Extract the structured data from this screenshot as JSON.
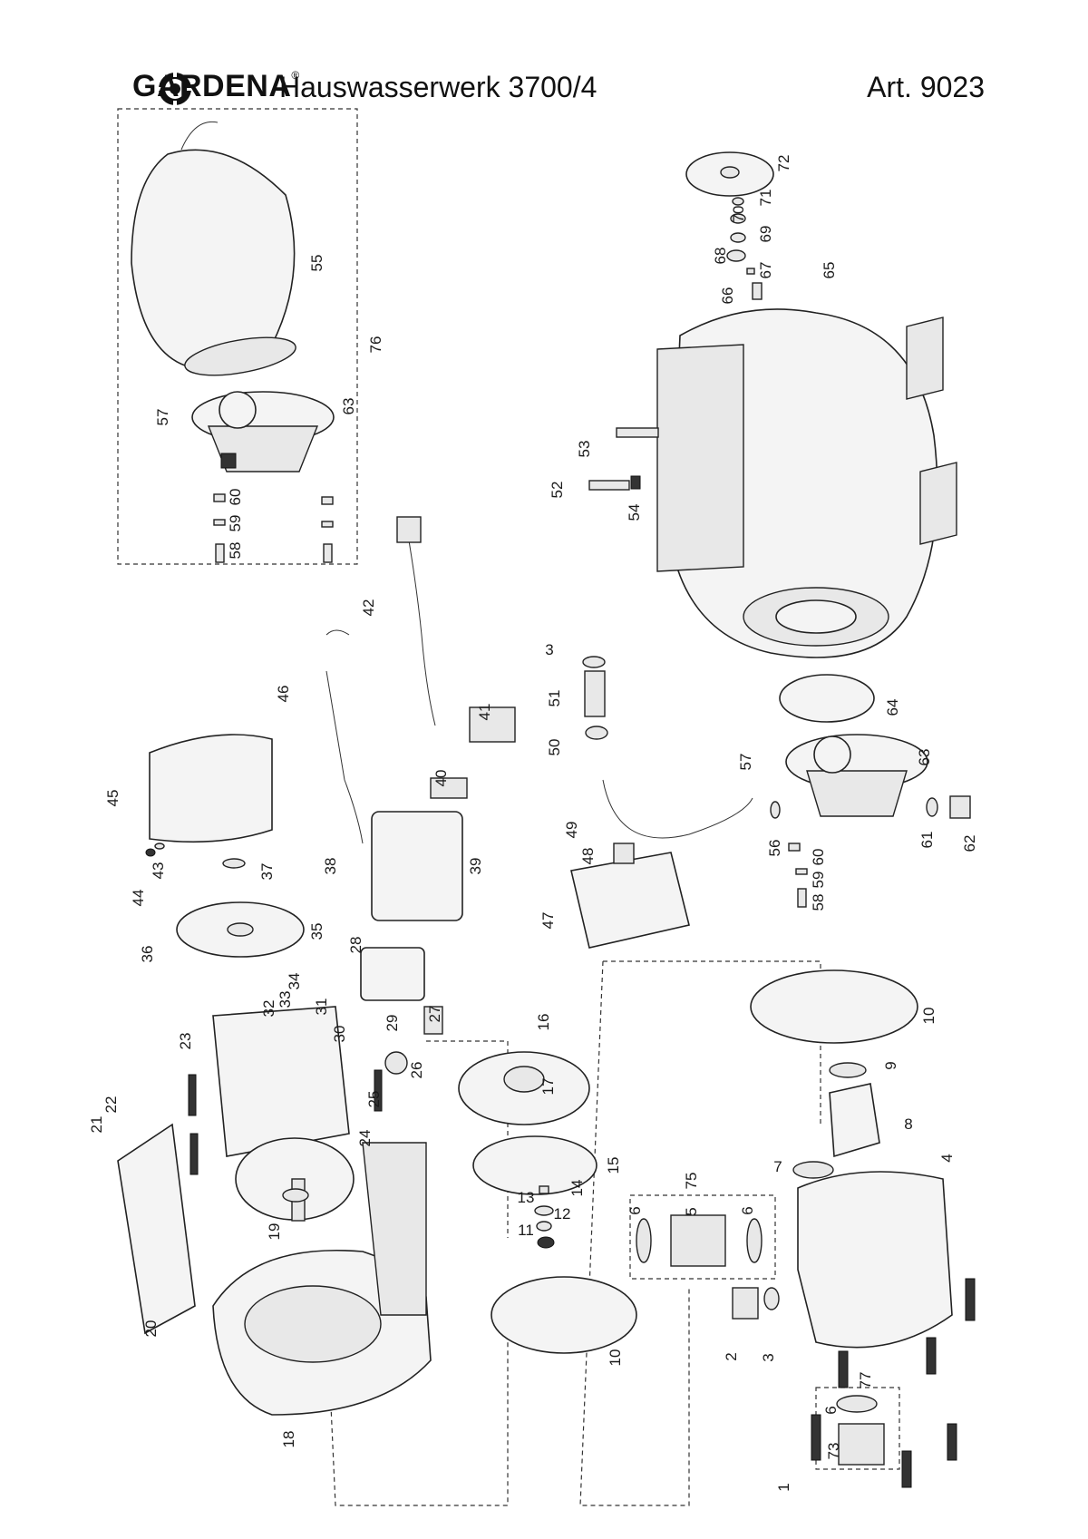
{
  "header": {
    "brand": "GARDENA",
    "reg_mark": "®",
    "product": "Hauswasserwerk 3700/4",
    "article": "Art. 9023"
  },
  "icons": {
    "logo": "gardena-logo-icon"
  },
  "callouts": [
    "55",
    "76",
    "57",
    "63",
    "60",
    "59",
    "58",
    "72",
    "71",
    "70",
    "69",
    "68",
    "67",
    "66",
    "65",
    "53",
    "52",
    "54",
    "42",
    "46",
    "45",
    "41",
    "40",
    "3",
    "51",
    "50",
    "49",
    "57",
    "63",
    "64",
    "56",
    "60",
    "59",
    "58",
    "61",
    "62",
    "48",
    "47",
    "38",
    "39",
    "44",
    "43",
    "37",
    "36",
    "35",
    "34",
    "33",
    "32",
    "31",
    "30",
    "28",
    "29",
    "27",
    "26",
    "16",
    "17",
    "23",
    "25",
    "24",
    "21",
    "22",
    "15",
    "14",
    "13",
    "12",
    "11",
    "75",
    "5",
    "6",
    "6",
    "19",
    "20",
    "18",
    "10",
    "10",
    "9",
    "8",
    "7",
    "4",
    "2",
    "3",
    "77",
    "6",
    "73",
    "1"
  ]
}
